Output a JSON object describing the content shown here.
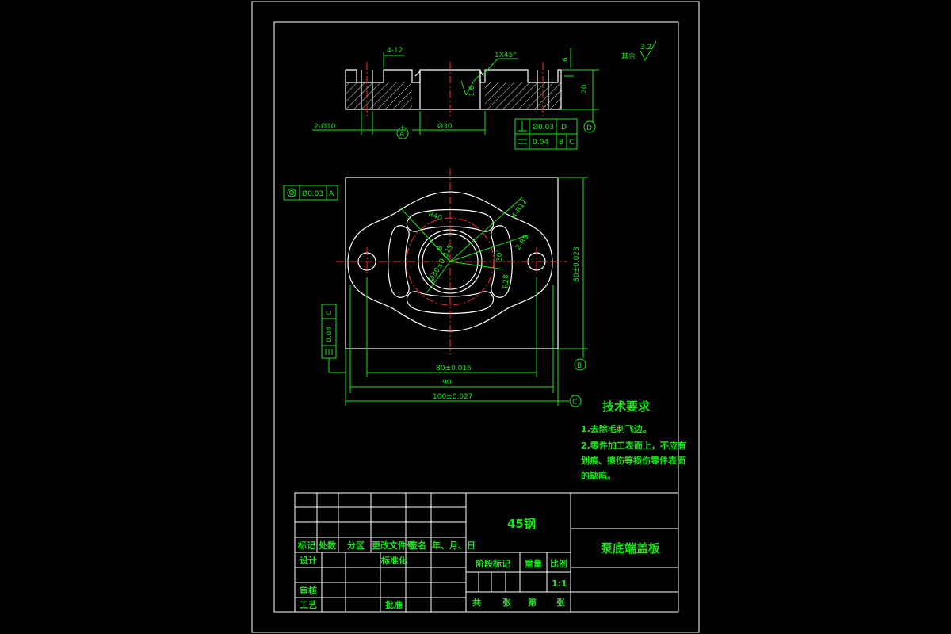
{
  "colors": {
    "background": "#000000",
    "dim": "#19e619",
    "outline": "#ffffff",
    "center": "#ff2a2a"
  },
  "section_view": {
    "dims": {
      "pocket_depth": "4-12",
      "bore": "2-Ø10",
      "center_bore": "Ø30",
      "height": "20",
      "chamfer": "1X45°",
      "small_step": "6",
      "roughness_local": "1.6"
    },
    "datum_a": "A",
    "datum_d": "D",
    "frame1": {
      "value": "Ø0.03",
      "datum": "D"
    },
    "frame2": {
      "value": "0.04",
      "datum1": "B",
      "datum2": "C"
    }
  },
  "roughness_rest": {
    "label": "其余",
    "value": "3.2"
  },
  "plan_view": {
    "position_frame": {
      "value": "Ø0.03",
      "datum": "A"
    },
    "flatness_frame": {
      "value": "0.04",
      "datum": "C"
    },
    "datum_b": "B",
    "datum_c": "C",
    "dims": {
      "width_holes": "80±0.016",
      "width_mid": "90",
      "width_total": "100±0.027",
      "height_total": "80±0.023",
      "slot_angle": "4-R12",
      "slot_r": "2-R8",
      "arc1": "R40",
      "arc2": "R28",
      "angle": "30°",
      "hole_r": "8",
      "bore_label": "Ø30±0.025"
    }
  },
  "tech": {
    "title": "技术要求",
    "items": [
      "1.去除毛刺飞边。",
      "2.零件加工表面上，不应有",
      "划痕、擦伤等损伤零件表面",
      "的缺陷。"
    ]
  },
  "title_block": {
    "material": "45钢",
    "part_name": "泵底端盖板",
    "scale": "1:1",
    "headers": [
      "标记",
      "处数",
      "分区",
      "更改文件号",
      "签名",
      "年、月、日"
    ],
    "rows": {
      "design": "设计",
      "standard": "标准化",
      "check": "审核",
      "process": "工艺",
      "approve": "批准"
    },
    "stage": "阶段标记",
    "weight": "重量",
    "scale_label": "比例",
    "sheets_total": "共",
    "sheets_unit": "张",
    "sheet_no": "第",
    "sheet_unit2": "张"
  }
}
